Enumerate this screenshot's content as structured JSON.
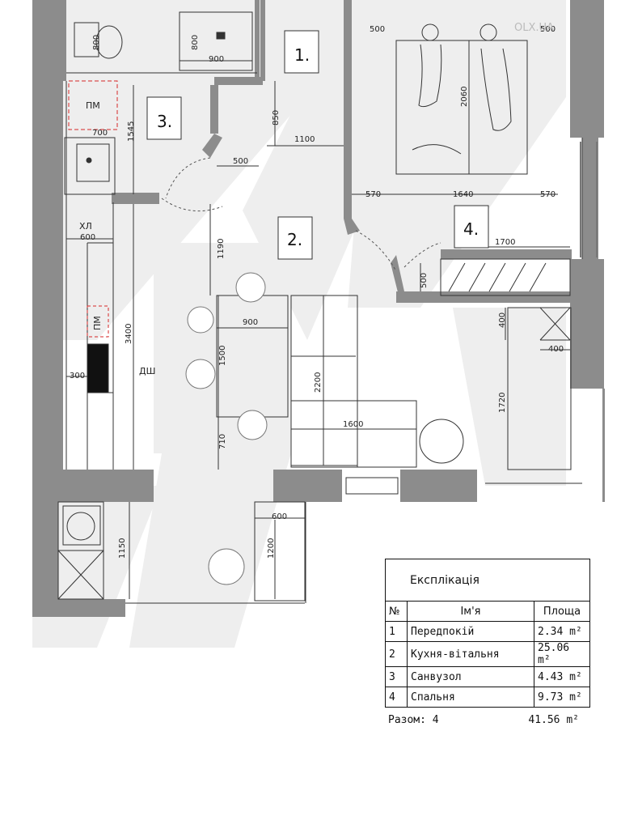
{
  "rooms": {
    "r1": "1.",
    "r2": "2.",
    "r3": "3.",
    "r4": "4."
  },
  "dims": {
    "d800a": "800",
    "d800b": "800",
    "d900a": "900",
    "d850": "850",
    "d1100": "1100",
    "d500a": "500",
    "d500b": "500",
    "d500c": "500",
    "d500d": "500",
    "d700": "700",
    "d1545": "1545",
    "d600a": "600",
    "d600b": "600",
    "d1190": "1190",
    "d900b": "900",
    "d1500": "1500",
    "d710": "710",
    "d2200": "2200",
    "d1600": "1600",
    "d3400": "3400",
    "d300": "300",
    "d2060": "2060",
    "d570a": "570",
    "d1640": "1640",
    "d570b": "570",
    "d1700": "1700",
    "d400a": "400",
    "d400b": "400",
    "d1720": "1720",
    "d1150": "1150",
    "d1200": "1200"
  },
  "labels": {
    "pm1": "ПМ",
    "pm2": "ПМ",
    "hl": "ХЛ",
    "dsh": "ДШ"
  },
  "watermark": "OLX.UA",
  "legend": {
    "title": "Експлікація",
    "headers": [
      "№",
      "Ім'я",
      "Площа"
    ],
    "rows": [
      {
        "n": "1",
        "name": "Передпокій",
        "area": "2.34 m²"
      },
      {
        "n": "2",
        "name": "Кухня-вітальня",
        "area": "25.06 m²"
      },
      {
        "n": "3",
        "name": "Санвузол",
        "area": "4.43 m²"
      },
      {
        "n": "4",
        "name": "Спальня",
        "area": "9.73 m²"
      }
    ],
    "total_label": "Разом: 4",
    "total_area": "41.56 m²"
  },
  "colors": {
    "wall": "#8c8c8c",
    "shadow": "#efefef",
    "line": "#333333",
    "accent": "#d62828",
    "window": "#777777"
  }
}
